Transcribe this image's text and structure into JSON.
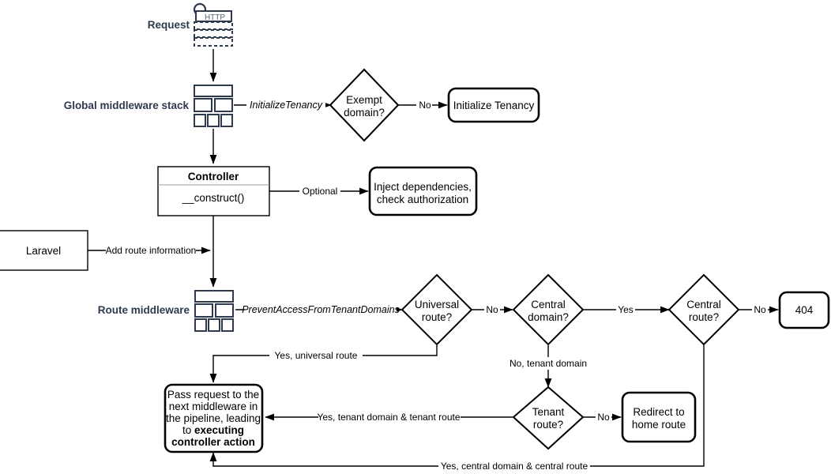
{
  "diagram": {
    "title": "Laravel multi-tenancy request lifecycle flowchart",
    "colors": {
      "stroke": "#000000",
      "icon": "#2E3A4E",
      "label": "#2E3A4E",
      "background": "#ffffff"
    },
    "side_labels": [
      {
        "id": "request",
        "text": "Request"
      },
      {
        "id": "global-middleware-stack",
        "text": "Global middleware stack"
      },
      {
        "id": "route-middleware",
        "text": "Route middleware"
      }
    ],
    "icons": [
      {
        "id": "http-request-icon",
        "label": "HTTP"
      },
      {
        "id": "global-middleware-stack-icon",
        "label": ""
      },
      {
        "id": "route-middleware-icon",
        "label": ""
      }
    ],
    "nodes": [
      {
        "id": "controller",
        "title": "Controller",
        "body": "__construct()"
      },
      {
        "id": "laravel",
        "text": "Laravel"
      },
      {
        "id": "exempt-domain",
        "text_lines": [
          "Exempt",
          "domain?"
        ]
      },
      {
        "id": "initialize-tenancy",
        "text_lines": [
          "Initialize Tenancy"
        ]
      },
      {
        "id": "inject-dependencies",
        "text_lines": [
          "Inject dependencies,",
          "check authorization"
        ]
      },
      {
        "id": "universal-route",
        "text_lines": [
          "Universal",
          "route?"
        ]
      },
      {
        "id": "central-domain",
        "text_lines": [
          "Central",
          "domain?"
        ]
      },
      {
        "id": "central-route",
        "text_lines": [
          "Central",
          "route?"
        ]
      },
      {
        "id": "not-found",
        "text_lines": [
          "404"
        ]
      },
      {
        "id": "tenant-route",
        "text_lines": [
          "Tenant",
          "route?"
        ]
      },
      {
        "id": "redirect-home",
        "text_lines": [
          "Redirect to",
          "home route"
        ]
      },
      {
        "id": "pass-request",
        "text_lines": [
          "Pass request to the",
          "next middleware in",
          "the pipeline, leading",
          "to ",
          "executing",
          "controller action"
        ],
        "plain": [
          "Pass request to the",
          "next middleware in",
          "the pipeline, leading",
          "to "
        ],
        "bold": [
          "executing",
          "controller action"
        ]
      }
    ],
    "edge_labels": [
      {
        "id": "initialize-tenancy-label",
        "text": "InitializeTenancy",
        "style": "italic"
      },
      {
        "id": "exempt-domain-no-label",
        "text": "No"
      },
      {
        "id": "controller-optional-label",
        "text": "Optional"
      },
      {
        "id": "laravel-add-route-label",
        "text": "Add route information"
      },
      {
        "id": "prevent-access-label",
        "text": "PreventAccessFromTenantDomains",
        "style": "italic"
      },
      {
        "id": "universal-route-no-label",
        "text": "No"
      },
      {
        "id": "central-domain-yes-label",
        "text": "Yes"
      },
      {
        "id": "central-route-no-label",
        "text": "No"
      },
      {
        "id": "central-domain-no-label",
        "text": "No, tenant domain"
      },
      {
        "id": "tenant-route-no-label",
        "text": "No"
      },
      {
        "id": "universal-route-yes-label",
        "text": "Yes, universal route"
      },
      {
        "id": "tenant-route-yes-label",
        "text": "Yes, tenant domain & tenant route"
      },
      {
        "id": "central-route-yes-label",
        "text": "Yes, central domain & central route"
      }
    ]
  }
}
